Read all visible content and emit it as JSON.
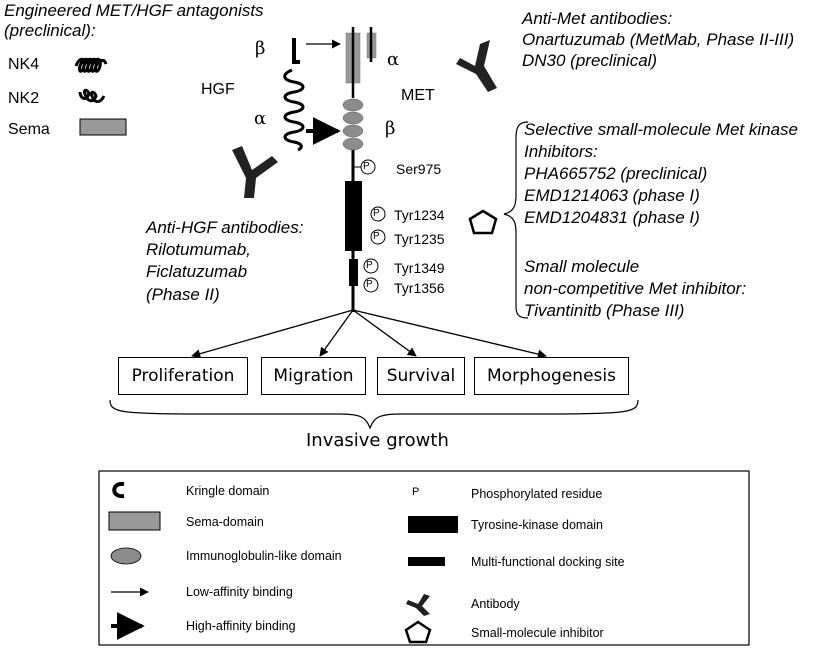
{
  "antagonists": {
    "title_line1": "Engineered MET/HGF antagonists",
    "title_line2": "(preclinical):",
    "items": [
      "NK4",
      "NK2",
      "Sema"
    ]
  },
  "hgf": {
    "label": "HGF",
    "beta": "β",
    "alpha": "α"
  },
  "met": {
    "label": "MET",
    "alpha": "α",
    "beta": "β"
  },
  "anti_met": {
    "lines": [
      "Anti-Met antibodies:",
      "Onartuzumab (MetMab, Phase II-III)",
      "DN30 (preclinical)"
    ]
  },
  "residues": [
    "Ser975",
    "Tyr1234",
    "Tyr1235",
    "Tyr1349",
    "Tyr1356"
  ],
  "phospho_symbol": "P",
  "anti_hgf": {
    "lines": [
      "Anti-HGF antibodies:",
      "Rilotumumab,",
      "Ficlatuzumab",
      "(Phase II)"
    ]
  },
  "kinase_inhibitors": {
    "lines": [
      "Selective small-molecule Met kinase",
      "Inhibitors:",
      "PHA665752 (preclinical)",
      "EMD1214063 (phase I)",
      "EMD1204831 (phase I)"
    ]
  },
  "noncompetitive": {
    "lines": [
      "Small molecule",
      "non-competitive Met inhibitor:",
      "Tivantinitb (Phase III)"
    ]
  },
  "outcomes": [
    "Proliferation",
    "Migration",
    "Survival",
    "Morphogenesis"
  ],
  "result": "Invasive growth",
  "legend": {
    "left": [
      "Kringle domain",
      "Sema-domain",
      "Immunoglobulin-like domain",
      "Low-affinity binding",
      "High-affinity binding"
    ],
    "right": [
      "Phosphorylated residue",
      "Tyrosine-kinase domain",
      "Multi-functional docking site",
      "Antibody",
      "Small-molecule inhibitor"
    ]
  },
  "colors": {
    "sema": "#999999",
    "ig": "#8c8c8c",
    "line": "#000000"
  }
}
